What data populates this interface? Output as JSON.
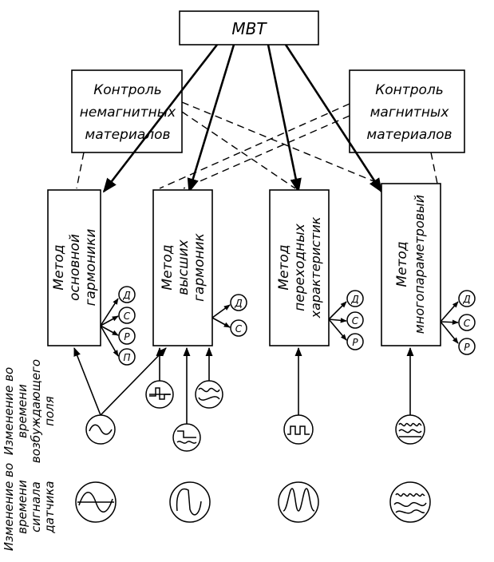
{
  "top_box": {
    "label": "МВТ"
  },
  "control_left": {
    "lines": [
      "Контроль",
      "немагнитных",
      "материалов"
    ]
  },
  "control_right": {
    "lines": [
      "Контроль",
      "магнитных",
      "материалов"
    ]
  },
  "methods": [
    {
      "lines": [
        "Метод",
        "основной",
        "гармоники"
      ],
      "outputs": [
        "Д",
        "С",
        "Р",
        "П"
      ]
    },
    {
      "lines": [
        "Метод",
        "высших",
        "гармоник"
      ],
      "outputs": [
        "Д",
        "С"
      ]
    },
    {
      "lines": [
        "Метод",
        "переходных",
        "характеристик"
      ],
      "outputs": [
        "Д",
        "С",
        "Р"
      ]
    },
    {
      "lines": [
        "Метод",
        "многопараметровый"
      ],
      "outputs": [
        "Д",
        "С",
        "Р"
      ]
    }
  ],
  "side_label_field": {
    "lines": [
      "Изменение во",
      "времени",
      "возбуждающего",
      "поля"
    ]
  },
  "side_label_signal": {
    "lines": [
      "Изменение во",
      "времени",
      "сигнала",
      "датчика"
    ]
  }
}
